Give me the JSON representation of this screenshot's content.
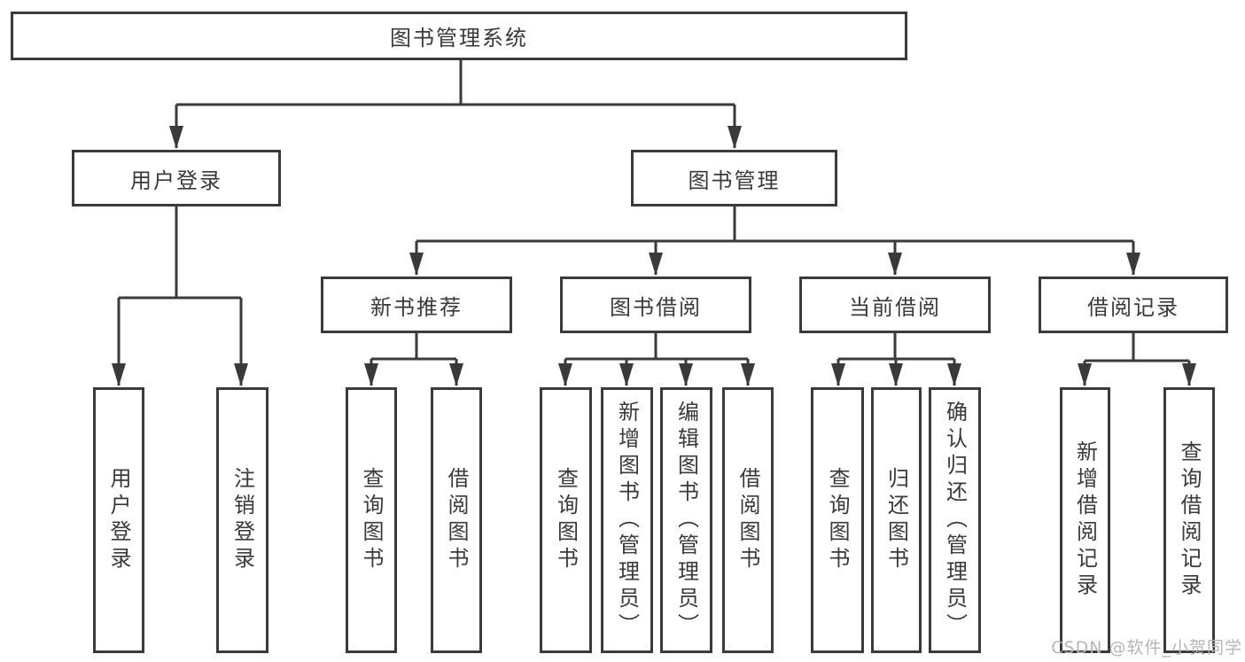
{
  "tree": {
    "root": {
      "label": "图书管理系统"
    },
    "branches": [
      {
        "label": "用户登录",
        "leaves": [
          {
            "label": "用户登录"
          },
          {
            "label": "注销登录"
          }
        ]
      },
      {
        "label": "图书管理",
        "groups": [
          {
            "label": "新书推荐",
            "leaves": [
              {
                "label": "查询图书"
              },
              {
                "label": "借阅图书"
              }
            ]
          },
          {
            "label": "图书借阅",
            "leaves": [
              {
                "label": "查询图书"
              },
              {
                "label": "新增图书（管理员）"
              },
              {
                "label": "编辑图书（管理员）"
              },
              {
                "label": "借阅图书"
              }
            ]
          },
          {
            "label": "当前借阅",
            "leaves": [
              {
                "label": "查询图书"
              },
              {
                "label": "归还图书"
              },
              {
                "label": "确认归还（管理员）"
              }
            ]
          },
          {
            "label": "借阅记录",
            "leaves": [
              {
                "label": "新增借阅记录"
              },
              {
                "label": "查询借阅记录"
              }
            ]
          }
        ]
      }
    ]
  },
  "watermark": {
    "text": "CSDN @软件_小贺同学",
    "color": "#b6b6b6"
  },
  "colors": {
    "line": "#3a3a3a",
    "text": "#3a3a3a",
    "background": "#ffffff"
  }
}
